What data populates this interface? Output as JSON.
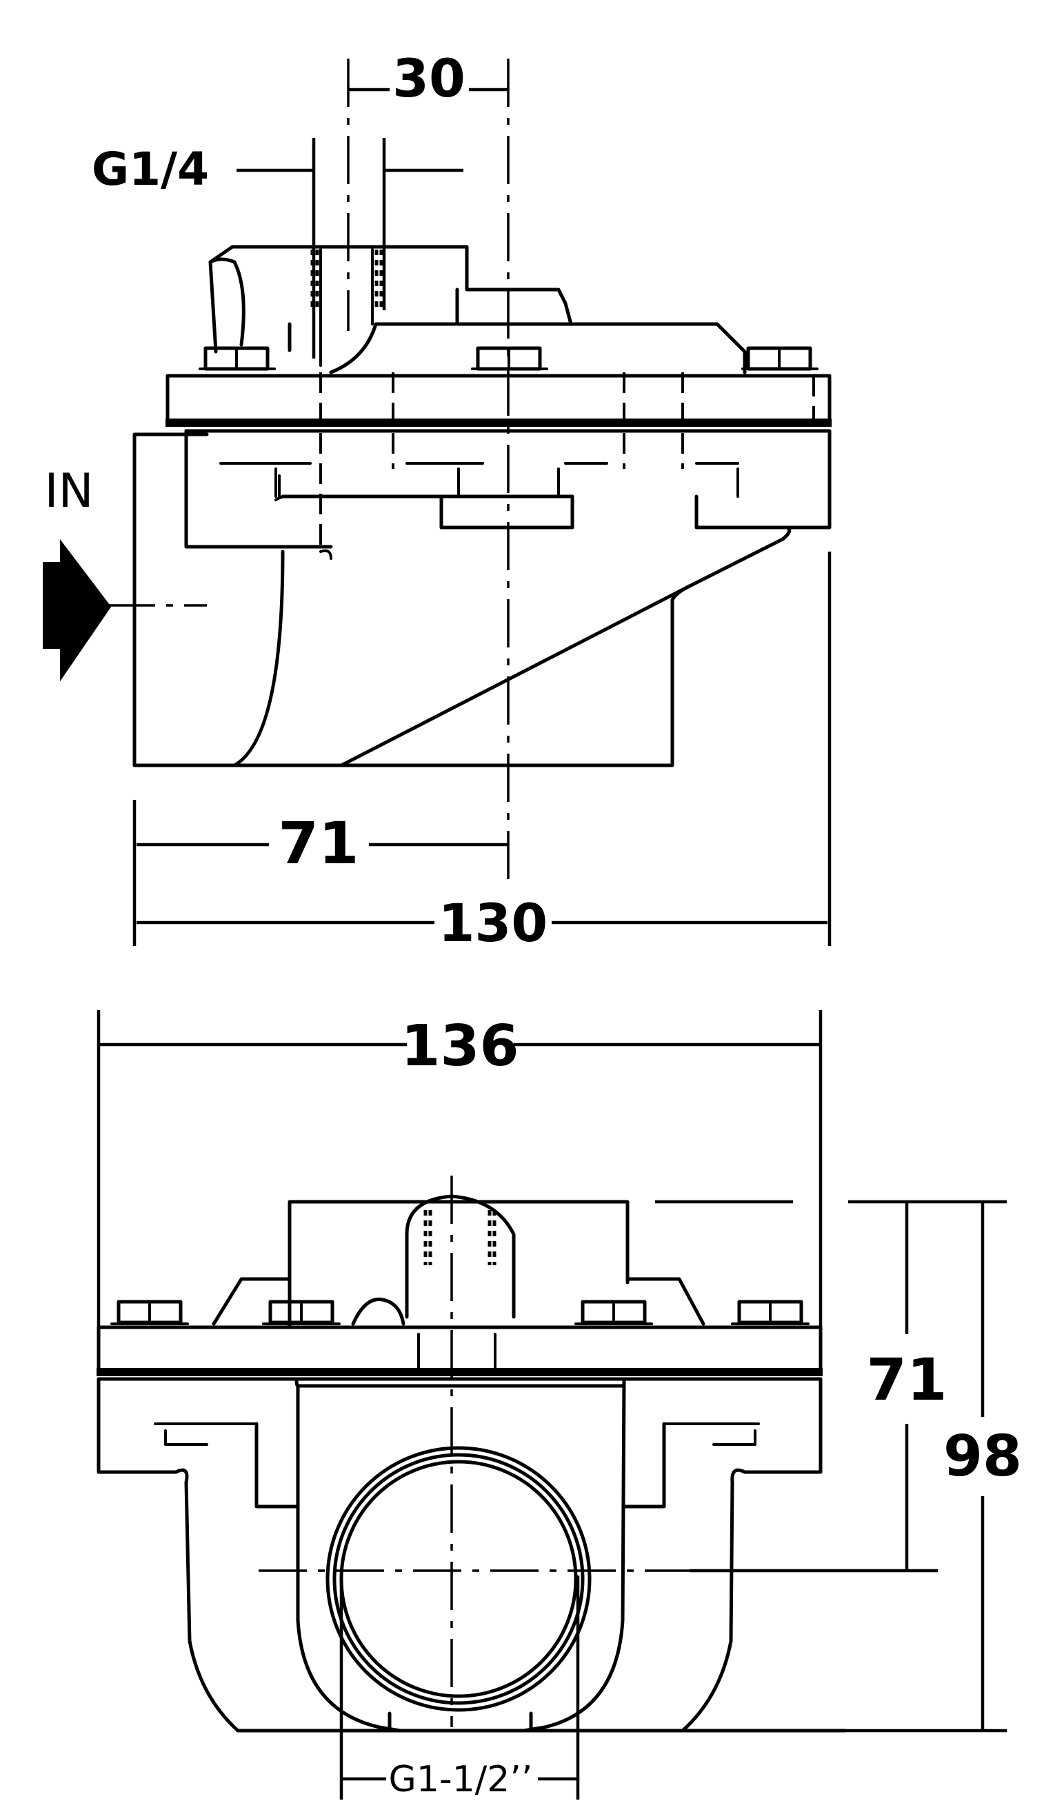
{
  "side_view": {
    "dim_top": "30",
    "dim_port": "G1/4",
    "inlet_label": "IN",
    "dim_offset": "71",
    "dim_length": "130"
  },
  "end_view": {
    "dim_width": "136",
    "dim_center_height": "71",
    "dim_total_height": "98",
    "dim_thread": "G1-1/2’’"
  }
}
